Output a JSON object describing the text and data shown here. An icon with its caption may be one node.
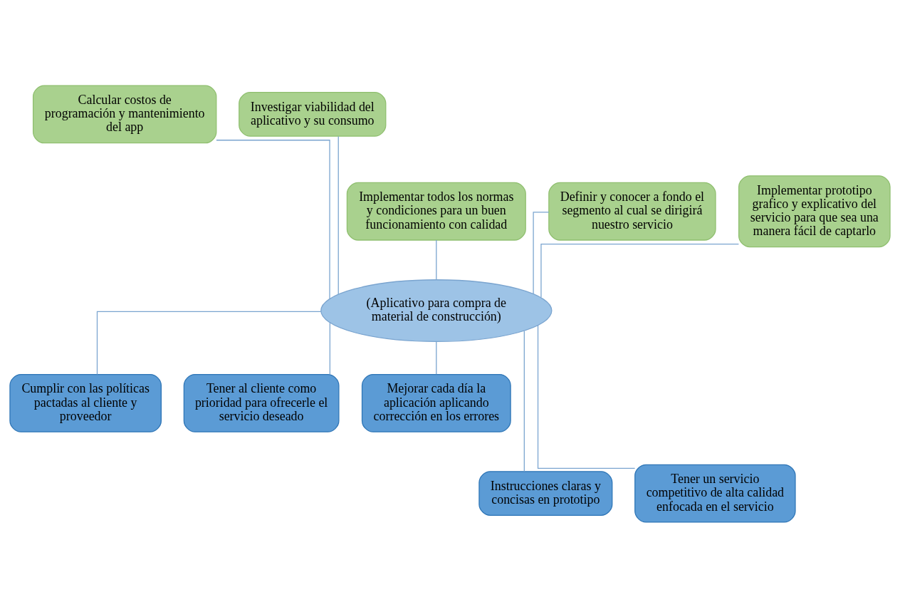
{
  "diagram": {
    "nodes": [
      {
        "text": [
          "Calcular costos de programación y mantenimiento del app"
        ]
      },
      {
        "text": [
          "Investigar viabilidad del aplicativo y su consumo"
        ]
      },
      {
        "text": [
          "Implementar todos los normas y condiciones para un buen funcionamiento con calidad"
        ]
      },
      {
        "text": [
          "Definir y conocer a fondo el segmento al cual se dirigirá nuestro servicio"
        ]
      },
      {
        "text": [
          "Implementar prototipo grafico y explicativo del servicio para que sea una manera fácil de captarlo"
        ]
      },
      {
        "text": [
          "(Aplicativo para compra de material de construcción)"
        ]
      },
      {
        "text": [
          "Cumplir con las políticas pactadas al cliente y proveedor"
        ]
      },
      {
        "text": [
          "Tener al cliente como prioridad para ofrecerle el servicio deseado"
        ]
      },
      {
        "text": [
          "Mejorar cada día la aplicación aplicando corrección en los errores"
        ]
      },
      {
        "text": [
          "Instrucciones claras y concisas en prototipo"
        ]
      },
      {
        "text": [
          "Tener un servicio competitivo de alta calidad enfocada en el servicio"
        ]
      }
    ],
    "edges": [
      {
        "from": 2,
        "to": 5,
        "arrow": "none"
      },
      {
        "from": 0,
        "to": 5,
        "arrow": "none"
      },
      {
        "from": 3,
        "to": 5,
        "arrow": "none"
      },
      {
        "from": 1,
        "to": 5,
        "arrow": "none"
      },
      {
        "from": 4,
        "to": 5,
        "arrow": "none"
      },
      {
        "from": 5,
        "to": 6,
        "arrow": "none"
      },
      {
        "from": 5,
        "to": 9,
        "arrow": "none"
      },
      {
        "from": 5,
        "to": 7,
        "arrow": "none"
      },
      {
        "from": 5,
        "to": 10,
        "arrow": "none"
      },
      {
        "from": 5,
        "to": 8,
        "arrow": "none"
      }
    ]
  }
}
